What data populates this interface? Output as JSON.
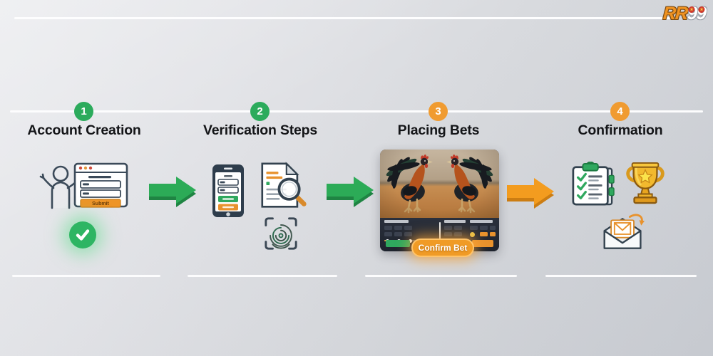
{
  "logo": {
    "part1": "RR",
    "part2": "99",
    "dot_star": "★"
  },
  "timeline": {
    "steps": [
      {
        "number": "1",
        "title": "Account Creation",
        "badge_color": "#2cab5c"
      },
      {
        "number": "2",
        "title": "Verification Steps",
        "badge_color": "#2cab5c"
      },
      {
        "number": "3",
        "title": "Placing Bets",
        "badge_color": "#f09b30"
      },
      {
        "number": "4",
        "title": "Confirmation",
        "badge_color": "#f09b30"
      }
    ]
  },
  "step1": {
    "icons": [
      "signup-person-browser-icon",
      "success-check-icon"
    ],
    "browser": {
      "submit_label": "Submit"
    }
  },
  "step2": {
    "icons": [
      "smartphone-form-icon",
      "document-review-magnifier-icon",
      "fingerprint-scan-icon"
    ]
  },
  "step3": {
    "image_description": "Two fighting roosters facing off in a dirt arena above a dark betting odds panel",
    "confirm_button_label": "Confirm Bet"
  },
  "step4": {
    "icons": [
      "checklist-clipboard-icon",
      "trophy-icon",
      "email-confirmation-icon"
    ]
  },
  "arrows": [
    {
      "between": "1-2",
      "color": "#2cab57"
    },
    {
      "between": "2-3",
      "color": "#2cab57"
    },
    {
      "between": "3-4",
      "color": "#f39c1f"
    }
  ]
}
